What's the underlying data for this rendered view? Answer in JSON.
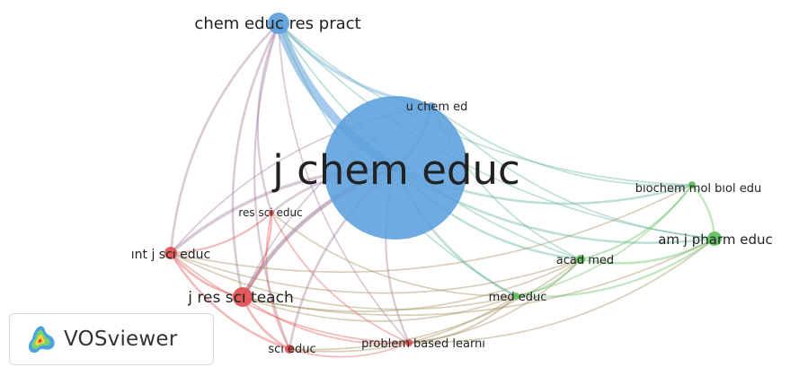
{
  "app": {
    "name": "VOSviewer"
  },
  "colors": {
    "blue_cluster": "#5b9fdc",
    "red_cluster": "#e05050",
    "green_cluster": "#5cbf5c"
  },
  "network": {
    "nodes": [
      {
        "id": "j-chem-educ",
        "label": "j chem educ",
        "cluster": "blue",
        "weight": 100
      },
      {
        "id": "chem-educ-res-pract",
        "label": "chem educ res pract",
        "cluster": "blue",
        "weight": 18
      },
      {
        "id": "u-chem-ed",
        "label": "u chem ed",
        "cluster": "blue",
        "weight": 6
      },
      {
        "id": "res-sci-educ",
        "label": "res sci educ",
        "cluster": "red",
        "weight": 4
      },
      {
        "id": "int-j-sci-educ",
        "label": "ınt j scı educ",
        "cluster": "red",
        "weight": 9
      },
      {
        "id": "j-res-sci-teach",
        "label": "j res scı teach",
        "cluster": "red",
        "weight": 14
      },
      {
        "id": "sci-educ",
        "label": "scı educ",
        "cluster": "red",
        "weight": 7
      },
      {
        "id": "problem-based-learn",
        "label": "problem based learnı",
        "cluster": "red",
        "weight": 5
      },
      {
        "id": "med-educ",
        "label": "med educ",
        "cluster": "green",
        "weight": 5
      },
      {
        "id": "acad-med",
        "label": "acad med",
        "cluster": "green",
        "weight": 6
      },
      {
        "id": "biochem-mol-biol-edu",
        "label": "bıochem mol bıol edu",
        "cluster": "green",
        "weight": 5
      },
      {
        "id": "am-j-pharm-educ",
        "label": "am j pharm educ",
        "cluster": "green",
        "weight": 10
      }
    ],
    "links": [
      [
        "chem-educ-res-pract",
        "j-chem-educ",
        10
      ],
      [
        "chem-educ-res-pract",
        "u-chem-ed",
        3
      ],
      [
        "chem-educ-res-pract",
        "int-j-sci-educ",
        2
      ],
      [
        "chem-educ-res-pract",
        "j-res-sci-teach",
        2
      ],
      [
        "chem-educ-res-pract",
        "res-sci-educ",
        1.5
      ],
      [
        "chem-educ-res-pract",
        "sci-educ",
        1.5
      ],
      [
        "chem-educ-res-pract",
        "acad-med",
        1
      ],
      [
        "chem-educ-res-pract",
        "biochem-mol-biol-edu",
        1
      ],
      [
        "chem-educ-res-pract",
        "am-j-pharm-educ",
        1
      ],
      [
        "chem-educ-res-pract",
        "med-educ",
        1
      ],
      [
        "chem-educ-res-pract",
        "problem-based-learn",
        1
      ],
      [
        "j-chem-educ",
        "u-chem-ed",
        3
      ],
      [
        "j-chem-educ",
        "int-j-sci-educ",
        3
      ],
      [
        "j-chem-educ",
        "j-res-sci-teach",
        4
      ],
      [
        "j-chem-educ",
        "res-sci-educ",
        2
      ],
      [
        "j-chem-educ",
        "sci-educ",
        2
      ],
      [
        "j-chem-educ",
        "acad-med",
        2
      ],
      [
        "j-chem-educ",
        "am-j-pharm-educ",
        2
      ],
      [
        "j-chem-educ",
        "biochem-mol-biol-edu",
        2
      ],
      [
        "j-chem-educ",
        "med-educ",
        2
      ],
      [
        "j-chem-educ",
        "problem-based-learn",
        1.5
      ],
      [
        "u-chem-ed",
        "j-res-sci-teach",
        1
      ],
      [
        "u-chem-ed",
        "int-j-sci-educ",
        1
      ],
      [
        "u-chem-ed",
        "acad-med",
        1
      ],
      [
        "u-chem-ed",
        "am-j-pharm-educ",
        1
      ],
      [
        "u-chem-ed",
        "biochem-mol-biol-edu",
        1
      ],
      [
        "int-j-sci-educ",
        "j-res-sci-teach",
        2
      ],
      [
        "int-j-sci-educ",
        "res-sci-educ",
        1.5
      ],
      [
        "int-j-sci-educ",
        "sci-educ",
        2
      ],
      [
        "int-j-sci-educ",
        "med-educ",
        1
      ],
      [
        "int-j-sci-educ",
        "problem-based-learn",
        1
      ],
      [
        "int-j-sci-educ",
        "acad-med",
        1
      ],
      [
        "int-j-sci-educ",
        "biochem-mol-biol-edu",
        1
      ],
      [
        "j-res-sci-teach",
        "res-sci-educ",
        1.5
      ],
      [
        "j-res-sci-teach",
        "sci-educ",
        2
      ],
      [
        "j-res-sci-teach",
        "problem-based-learn",
        1
      ],
      [
        "j-res-sci-teach",
        "med-educ",
        1
      ],
      [
        "j-res-sci-teach",
        "acad-med",
        1
      ],
      [
        "j-res-sci-teach",
        "am-j-pharm-educ",
        1
      ],
      [
        "res-sci-educ",
        "sci-educ",
        1
      ],
      [
        "res-sci-educ",
        "problem-based-learn",
        1
      ],
      [
        "res-sci-educ",
        "med-educ",
        1
      ],
      [
        "sci-educ",
        "problem-based-learn",
        1
      ],
      [
        "sci-educ",
        "med-educ",
        1
      ],
      [
        "sci-educ",
        "acad-med",
        1
      ],
      [
        "problem-based-learn",
        "med-educ",
        1.5
      ],
      [
        "problem-based-learn",
        "acad-med",
        1
      ],
      [
        "problem-based-learn",
        "am-j-pharm-educ",
        1
      ],
      [
        "med-educ",
        "acad-med",
        1.5
      ],
      [
        "med-educ",
        "am-j-pharm-educ",
        1.5
      ],
      [
        "med-educ",
        "biochem-mol-biol-edu",
        1
      ],
      [
        "acad-med",
        "am-j-pharm-educ",
        2
      ],
      [
        "acad-med",
        "biochem-mol-biol-edu",
        1.5
      ],
      [
        "am-j-pharm-educ",
        "biochem-mol-biol-edu",
        1.5
      ]
    ]
  }
}
